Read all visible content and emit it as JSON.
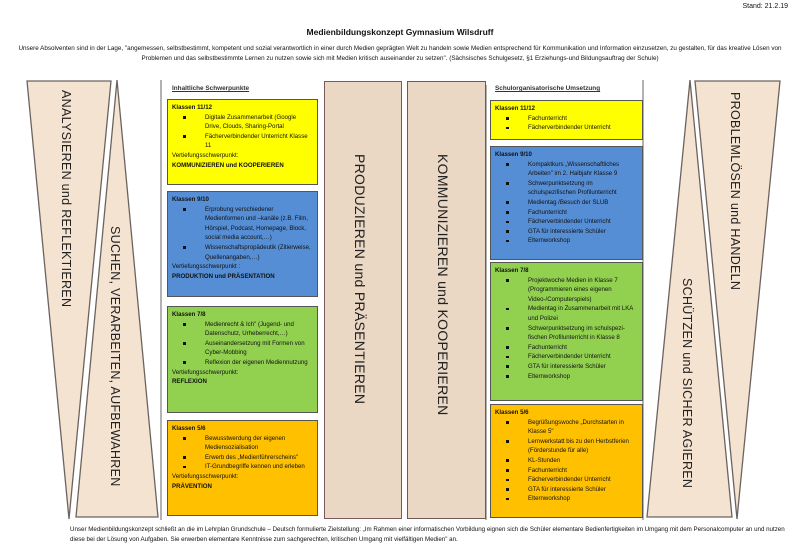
{
  "header": {
    "stand": "Stand: 21.2.19",
    "title": "Medienbildungskonzept Gymnasium Wilsdruff",
    "intro": "Unsere Absolventen sind in der Lage, \"angemessen, selbstbestimmt, kompetent und sozial verantwortlich in einer durch Medien geprägten Welt zu handeln sowie Medien entsprechend für Kommunikation und Information einzusetzen, zu gestalten, für das kreative Lösen von Problemen und das selbstbestimmte Lernen zu nutzen sowie sich mit Medien kritisch auseinander zu setzen\". (Sächsisches Schulgesetz, §1 Erziehungs-und Bildungsauftrag der Schule)"
  },
  "competences": {
    "left_outer": "ANALYSIEREN und REFLEKTIEREN",
    "left_inner": "SUCHEN, VERARBEITEN, AUFBEWAHREN",
    "mid_left": "PRODUZIEREN und PRÄSENTIEREN",
    "mid_right": "KOMMUNIZIEREN und KOOPERIEREN",
    "right_inner": "SCHÜTZEN und SICHER AGIEREN",
    "right_outer": "PROBLEMLÖSEN und HANDELN"
  },
  "colors": {
    "yellow": "#ffff00",
    "blue": "#558ed5",
    "green": "#92d050",
    "orange": "#ffc000",
    "shape": "#f5e3d1"
  },
  "inhaltlich": {
    "heading": "Inhaltliche Schwerpunkte",
    "boxes": [
      {
        "klasse": "Klassen 11/12",
        "items": [
          "Digitale Zusammenarbeit (Google Drive, Clouds, Sharing-Portal",
          "Fächerverbindender Unterricht Klasse 11"
        ],
        "vs_label": "Vertiefungsschwerpunkt:",
        "vs": "KOMMUNIZIEREN und KOOPERIEREN"
      },
      {
        "klasse": "Klassen 9/10",
        "items": [
          "Erprobung verschiedener Medienformen und –kanäle (z.B. Film, Hörspiel, Podcast, Homepage, Block, social media account,…)",
          "Wissenschaftspropädeutik (Zitierweise, Quellenangaben,…)"
        ],
        "vs_label": "Vertiefungsschwerpunkt :",
        "vs": "PRODUKTION und PRÄSENTATION"
      },
      {
        "klasse": "Klassen 7/8",
        "items": [
          "Medienrecht & Ich\" (Jugend- und Datenschutz, Urheberrecht,…)",
          "Auseinandersetzung mit Formen von Cyber-Mobbing",
          "Reflexion der eigenen Mediennutzung"
        ],
        "vs_label": "Vertiefungsschwerpunkt:",
        "vs": "REFLEXION"
      },
      {
        "klasse": "Klassen 5/6",
        "items": [
          "Bewusstwerdung der eigenen Mediensozialisation",
          "Erwerb des „Medienführerscheins\"",
          "IT-Grundbegriffe kennen und erleben"
        ],
        "vs_label": "Vertiefungsschwerpunkt:",
        "vs": "PRÄVENTION"
      }
    ]
  },
  "organisatorisch": {
    "heading": "Schulorganisatorische Umsetzung",
    "boxes": [
      {
        "klasse": "Klassen 11/12",
        "items": [
          "Fachunterricht",
          "Fächerverbindender Unterricht"
        ]
      },
      {
        "klasse": "Klassen 9/10",
        "items": [
          "Kompaktkurs „Wissenschaftliches Arbeiten\" im 2. Halbjahr Klasse 9",
          "Schwerpunktsetzung im schulspezifischen Profilunterricht",
          "Medientag /Besuch der SLUB",
          "Fachunterricht",
          "Fächerverbindender Unterricht",
          "GTA für interessierte Schüler",
          "Elternworkshop"
        ]
      },
      {
        "klasse": "Klassen 7/8",
        "items": [
          "Projektwoche Medien in Klasse 7 (Programmieren eines  eigenen Video-/Computerspiels)",
          "Medientag in Zusammenarbeit mit LKA und Polizei",
          "Schwerpunktsetzung im schulspezi-fischen Profilunterricht  in Klasse 8",
          "Fachunterricht",
          "Fächerverbindender Unterricht",
          "GTA für interessierte Schüler",
          "Elternworkshop"
        ]
      },
      {
        "klasse": "Klassen 5/6",
        "items": [
          "Begrüßungswoche „Durchstarten in Klasse 5\"",
          "Lernwerkstatt bis zu den Herbstferien (Förderstunde für alle)",
          "KL-Stunden",
          "Fachunterricht",
          "Fächerverbindender Unterricht",
          "GTA für interessierte Schüler",
          "Elternworkshop"
        ]
      }
    ]
  },
  "footer": {
    "text": "Unser Medienbildungskonzept schließt an die im  Lehrplan Grundschule – Deutsch formulierte Zielstellung: „Im Rahmen einer informatischen Vorbildung eignen sich die Schüler elementare Bedienfertigkeiten im Umgang mit dem Personalcomputer an und nutzen diese bei der Lösung von Aufgaben. Sie erwerben elementare Kenntnisse zum sachgerechten, kritischen Umgang mit vielfältigen Medien\" an."
  }
}
